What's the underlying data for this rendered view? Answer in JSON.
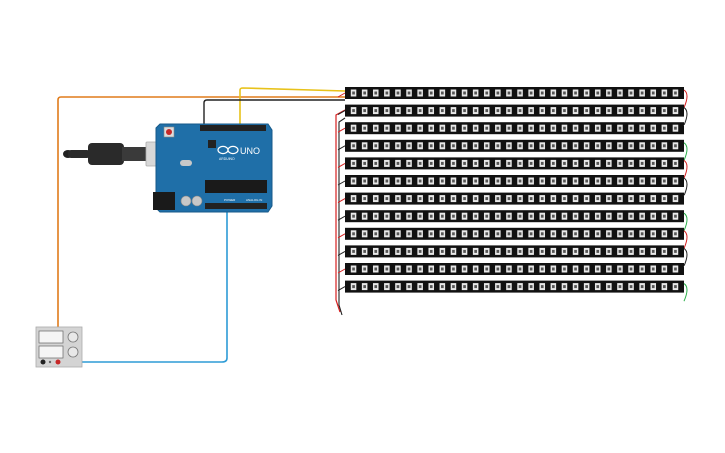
{
  "board": {
    "model": "UNO",
    "brand": "ARDUINO",
    "color": "#1f6fa8",
    "header_labels": {
      "power": "POWER",
      "analog": "ANALOG IN"
    },
    "logo": "infinity-logo"
  },
  "strips": {
    "count": 12,
    "leds_per_strip": 30,
    "body_color": "#111111",
    "led_color": "#e8e8e8"
  },
  "power_supply": {
    "channels": 2,
    "color": "#d4d4d4"
  },
  "wires": {
    "orange": "#e07b1a",
    "yellow": "#e8c21a",
    "black": "#222222",
    "blue": "#2d9bd6",
    "red": "#d62020",
    "green": "#2bb04a",
    "white": "#ffffff"
  },
  "cable": {
    "color": "#2a2a2a",
    "connector_color": "#d8d8d8"
  }
}
